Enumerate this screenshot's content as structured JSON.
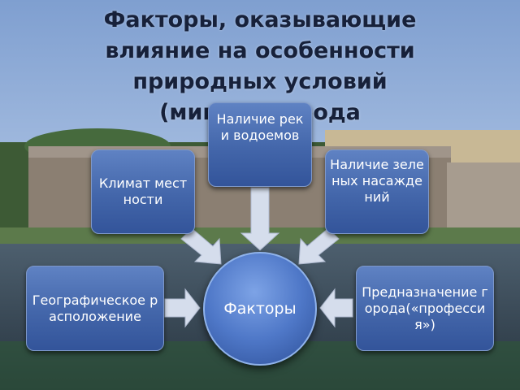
{
  "title": "Факторы, оказывающие\nвлияние на особенности\nприродных условий\n(микрок       города",
  "center_node": "Факторы",
  "nodes": {
    "rivers": "Наличие рек и водоемов",
    "climate": "Климат местности",
    "greenery": "Наличие зеленых насаждений",
    "geography": "Географическое расположение",
    "purpose": "Предназначение города(«профессия»)"
  },
  "colors": {
    "box": "#4a6fb5",
    "arrow": "#d5ddec",
    "title": "#17213a"
  }
}
